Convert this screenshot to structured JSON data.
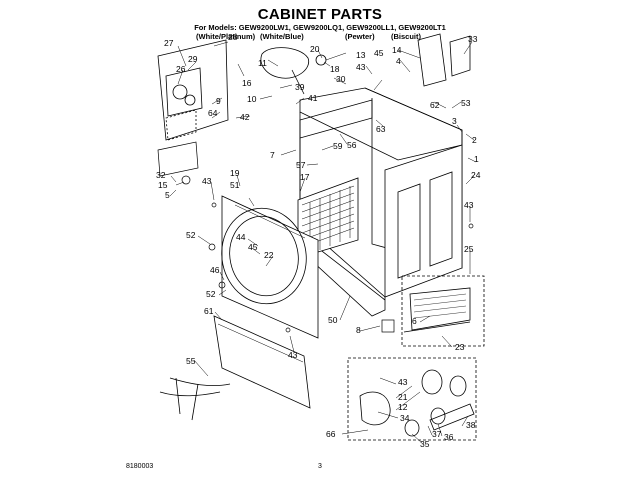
{
  "header": {
    "title": "CABINET PARTS",
    "models": "For Models: GEW9200LW1, GEW9200LQ1, GEW9200LL1, GEW9200LT1",
    "variants": [
      "(White/Platinum)",
      "(White/Blue)",
      "(Pewter)",
      "(Biscuit)"
    ]
  },
  "callouts": [
    {
      "id": "c27",
      "label": "27"
    },
    {
      "id": "c28",
      "label": "28"
    },
    {
      "id": "c29",
      "label": "29"
    },
    {
      "id": "c26",
      "label": "26"
    },
    {
      "id": "c16",
      "label": "16"
    },
    {
      "id": "c9",
      "label": "9"
    },
    {
      "id": "c11",
      "label": "11"
    },
    {
      "id": "c20",
      "label": "20"
    },
    {
      "id": "c18",
      "label": "18"
    },
    {
      "id": "c13",
      "label": "13"
    },
    {
      "id": "c43a",
      "label": "43"
    },
    {
      "id": "c30",
      "label": "30"
    },
    {
      "id": "c45a",
      "label": "45"
    },
    {
      "id": "c14",
      "label": "14"
    },
    {
      "id": "c4",
      "label": "4"
    },
    {
      "id": "c33",
      "label": "33"
    },
    {
      "id": "c10",
      "label": "10"
    },
    {
      "id": "c39",
      "label": "39"
    },
    {
      "id": "c41",
      "label": "41"
    },
    {
      "id": "c64",
      "label": "64"
    },
    {
      "id": "c42",
      "label": "42"
    },
    {
      "id": "c62",
      "label": "62"
    },
    {
      "id": "c53",
      "label": "53"
    },
    {
      "id": "c63",
      "label": "63"
    },
    {
      "id": "c3",
      "label": "3"
    },
    {
      "id": "c2",
      "label": "2"
    },
    {
      "id": "c56",
      "label": "56"
    },
    {
      "id": "c7",
      "label": "7"
    },
    {
      "id": "c59",
      "label": "59"
    },
    {
      "id": "c57",
      "label": "57"
    },
    {
      "id": "c1",
      "label": "1"
    },
    {
      "id": "c17",
      "label": "17"
    },
    {
      "id": "c19",
      "label": "19"
    },
    {
      "id": "c32",
      "label": "32"
    },
    {
      "id": "c15",
      "label": "15"
    },
    {
      "id": "c5",
      "label": "5"
    },
    {
      "id": "c43b",
      "label": "43"
    },
    {
      "id": "c51",
      "label": "51"
    },
    {
      "id": "c24",
      "label": "24"
    },
    {
      "id": "c43c",
      "label": "43"
    },
    {
      "id": "c52a",
      "label": "52"
    },
    {
      "id": "c44",
      "label": "44"
    },
    {
      "id": "c45b",
      "label": "45"
    },
    {
      "id": "c22",
      "label": "22"
    },
    {
      "id": "c25",
      "label": "25"
    },
    {
      "id": "c46",
      "label": "46"
    },
    {
      "id": "c52b",
      "label": "52"
    },
    {
      "id": "c61",
      "label": "61"
    },
    {
      "id": "c50",
      "label": "50"
    },
    {
      "id": "c6",
      "label": "6"
    },
    {
      "id": "c8",
      "label": "8"
    },
    {
      "id": "c23",
      "label": "23"
    },
    {
      "id": "c43d",
      "label": "43"
    },
    {
      "id": "c55",
      "label": "55"
    },
    {
      "id": "c43e",
      "label": "43"
    },
    {
      "id": "c21",
      "label": "21"
    },
    {
      "id": "c12",
      "label": "12"
    },
    {
      "id": "c34",
      "label": "34"
    },
    {
      "id": "c35",
      "label": "35"
    },
    {
      "id": "c38",
      "label": "38"
    },
    {
      "id": "c36",
      "label": "36"
    },
    {
      "id": "c37",
      "label": "37"
    },
    {
      "id": "c66",
      "label": "66"
    }
  ],
  "footer": {
    "doc_number": "8180003",
    "page": "3"
  }
}
